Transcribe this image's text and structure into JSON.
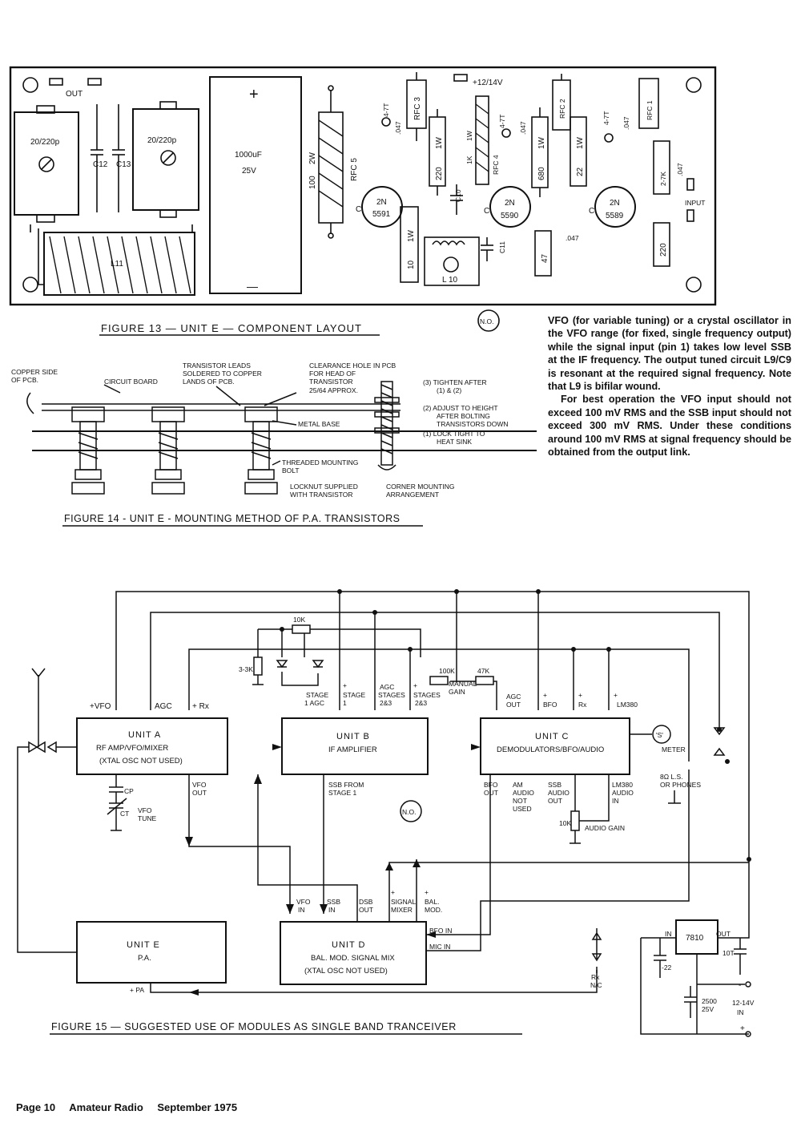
{
  "fig13": {
    "caption": "FIGURE 13 — UNIT E — COMPONENT LAYOUT",
    "out": "OUT",
    "trim1": "20/220p",
    "trim2": "20/220p",
    "c12": "C12",
    "c13": "C13",
    "elec_plus": "+",
    "elec_minus": "—",
    "elec_value": "1000uF",
    "elec_voltage": "25V",
    "l11": "L11",
    "rfc5": "RFC 5",
    "r100": "100",
    "r2w": "2W",
    "t1": "2N",
    "t1b": "5591",
    "t2": "2N",
    "t2b": "5590",
    "t3": "2N",
    "t3b": "5589",
    "c": "C",
    "rfc3": "RFC 3",
    "rfc4": "RFC 4",
    "rfc2": "RFC 2",
    "rfc1": "RFC 1",
    "v47t": "4-7T",
    "v047": ".047",
    "r220": "220",
    "r1w": "1W",
    "c10": "C10",
    "c11": "C11",
    "supply": "+12/14V",
    "r1k": "1K",
    "r680": "680",
    "r22": "22",
    "r10": "10",
    "l10": "L 10",
    "r47": "47",
    "r27k": "2-7K",
    "r220b": "220",
    "input": "INPUT",
    "no_logo": "N.O."
  },
  "fig14": {
    "caption": "FIGURE 14 - UNIT E - MOUNTING METHOD OF P.A. TRANSISTORS",
    "copper1": "COPPER SIDE",
    "copper2": "OF PCB.",
    "board": "CIRCUIT BOARD",
    "leads1": "TRANSISTOR LEADS",
    "leads2": "SOLDERED TO COPPER",
    "leads3": "LANDS OF PCB.",
    "hole1": "CLEARANCE HOLE IN PCB",
    "hole2": "FOR HEAD OF",
    "hole3": "TRANSISTOR",
    "hole4": "25/64 APPROX.",
    "metal": "METAL BASE",
    "bolt1": "THREADED MOUNTING",
    "bolt2": "BOLT",
    "nut1": "LOCKNUT SUPPLIED",
    "nut2": "WITH TRANSISTOR",
    "corner1": "CORNER MOUNTING",
    "corner2": "ARRANGEMENT",
    "step3a": "(3) TIGHTEN AFTER",
    "step3b": "(1) & (2)",
    "step2a": "(2) ADJUST TO HEIGHT",
    "step2b": "AFTER BOLTING",
    "step2c": "TRANSISTORS DOWN",
    "step1a": "(1) LOCK TIGHT TO",
    "step1b": "HEAT SINK"
  },
  "text": {
    "p1": "VFO (for variable tuning) or a crystal oscillator in the VFO range (for fixed, single frequency output) while the signal input (pin 1) takes low level SSB at the IF frequency. The output tuned circuit L9/C9 is resonant at the required signal frequency. Note that L9 is bifilar wound.",
    "p2": "For best operation the VFO input should not exceed 100 mV RMS and the SSB input should not exceed 300 mV RMS. Under these conditions around 100 mV RMS at signal frequency should be obtained from the output link."
  },
  "fig15": {
    "caption": "FIGURE 15 — SUGGESTED USE OF MODULES AS SINGLE BAND TRANCEIVER",
    "unitA": {
      "title": "UNIT A",
      "line1": "RF AMP/VFO/MIXER",
      "line2": "(XTAL OSC NOT USED)"
    },
    "unitB": {
      "title": "UNIT B",
      "line1": "IF AMPLIFIER"
    },
    "unitC": {
      "title": "UNIT C",
      "line1": "DEMODULATORS/BFO/AUDIO"
    },
    "unitD": {
      "title": "UNIT D",
      "line1": "BAL. MOD. SIGNAL MIX",
      "line2": "(XTAL OSC NOT USED)"
    },
    "unitE": {
      "title": "UNIT E",
      "line1": "P.A."
    },
    "vfo_in": "+VFO",
    "agc": "AGC",
    "rx": "+ Rx",
    "r10k": "10K",
    "r33k": "3-3K",
    "stage1agc_a": "STAGE",
    "stage1agc_b": "1 AGC",
    "stage1_a": "+",
    "stage1_b": "STAGE",
    "stage1_c": "1",
    "agcst_a": "AGC",
    "agcst_b": "STAGES",
    "agcst_c": "2&3",
    "st23_a": "+",
    "st23_b": "STAGES",
    "st23_c": "2&3",
    "r100k": "100K",
    "r47k": "47K",
    "manual": "MANUAL",
    "gain": "GAIN",
    "agcout_a": "AGC",
    "agcout_b": "OUT",
    "bfo_a": "+",
    "bfo_b": "BFO",
    "rxc_a": "+",
    "rxc_b": "Rx",
    "lm_a": "+",
    "lm_b": "LM380",
    "meter": "METER",
    "meter_s": "'S'",
    "ls1": "8Ω L.S.",
    "ls2": "OR PHONES",
    "bfoout_a": "BFO",
    "bfoout_b": "OUT",
    "am_a": "AM",
    "am_b": "AUDIO",
    "am_c": "NOT",
    "am_d": "USED",
    "ssbout_a": "SSB",
    "ssbout_b": "AUDIO",
    "ssbout_c": "OUT",
    "lmaud_a": "LM380",
    "lmaud_b": "AUDIO",
    "lmaud_c": "IN",
    "r10kpot": "10K",
    "audio_gain": "AUDIO GAIN",
    "vfoout_a": "VFO",
    "vfoout_b": "OUT",
    "cp": "CP",
    "ct": "CT",
    "vfotune_a": "VFO",
    "vfotune_b": "TUNE",
    "ssbfrom_a": "SSB FROM",
    "ssbfrom_b": "STAGE 1",
    "vfoin_a": "VFO",
    "vfoin_b": "IN",
    "ssbin_a": "SSB",
    "ssbin_b": "IN",
    "dsb_a": "DSB",
    "dsb_b": "OUT",
    "sigmix_a": "+",
    "sigmix_b": "SIGNAL",
    "sigmix_c": "MIXER",
    "balmod_a": "+",
    "balmod_b": "BAL.",
    "balmod_c": "MOD.",
    "bfo_in": "BFO IN",
    "mic_in": "MIC IN",
    "pa": "+ PA",
    "rxnc_a": "Rx",
    "rxnc_b": "N/C",
    "reg": "7810",
    "reg_in": "IN",
    "reg_out": "OUT",
    "c22": "-22",
    "c10t": "10T",
    "c2500a": "2500",
    "c2500b": "25V",
    "vin_a": "12-14V",
    "vin_b": "IN",
    "plus": "+",
    "minus": "-",
    "no_logo": "N.O."
  },
  "footer": {
    "page": "Page 10",
    "mag": "Amateur Radio",
    "date": "September 1975"
  }
}
